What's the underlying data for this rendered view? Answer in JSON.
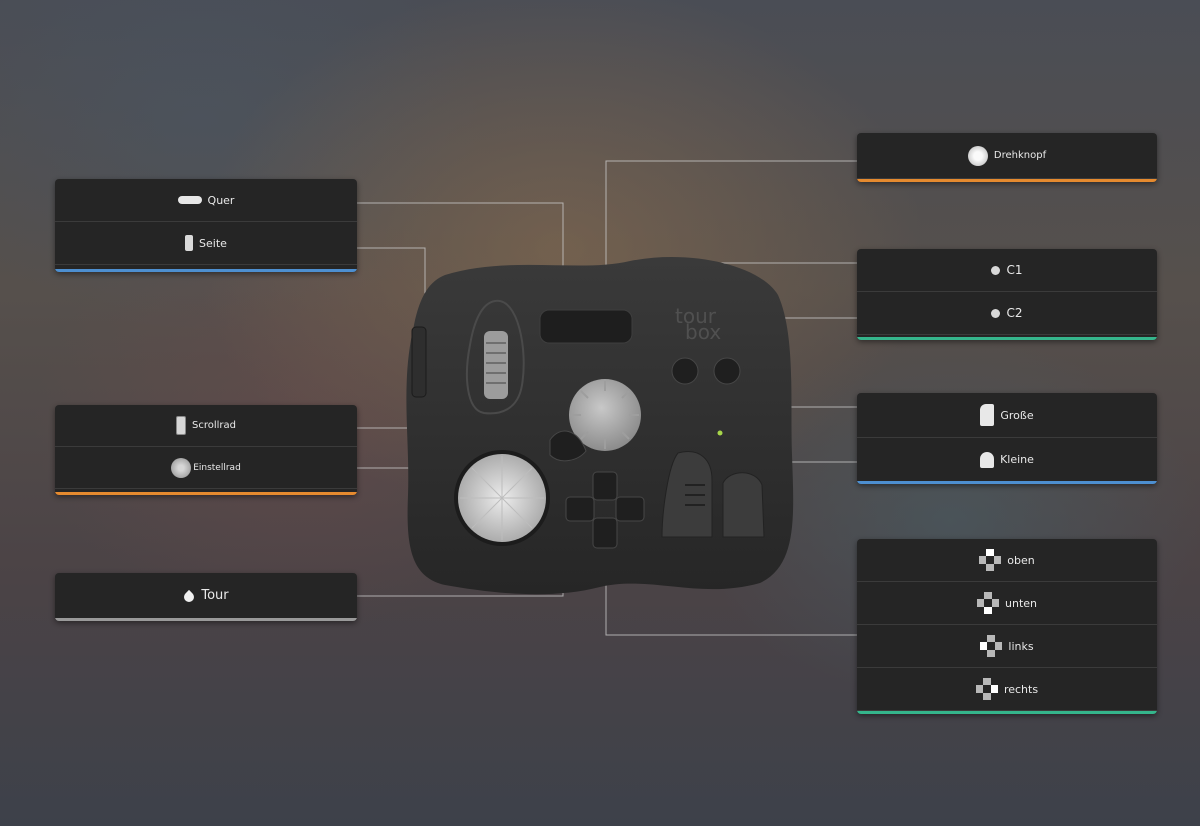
{
  "colors": {
    "orange": "#e58a2f",
    "blue": "#4d8fd0",
    "green": "#35b58c",
    "gray": "#9a9a9a"
  },
  "device": {
    "logo_line1": "tour",
    "logo_line2": "box"
  },
  "panels": {
    "quer_seite": {
      "quer": "Quer",
      "seite": "Seite",
      "icons": [
        "horizontal-pill-icon",
        "side-button-icon"
      ]
    },
    "scroll_einstell": {
      "scrollrad": "Scrollrad",
      "einstellrad": "Einstellrad",
      "icons": [
        "scroll-wheel-icon",
        "dial-icon"
      ]
    },
    "tour": {
      "tour": "Tour",
      "icon": "tour-drop-icon"
    },
    "drehknopf": {
      "label": "Drehknopf",
      "icon": "knob-icon"
    },
    "c_buttons": {
      "c1": "C1",
      "c2": "C2"
    },
    "grosse_kleine": {
      "grosse": "Große",
      "kleine": "Kleine"
    },
    "dpad": {
      "oben": "oben",
      "unten": "unten",
      "links": "links",
      "rechts": "rechts"
    }
  }
}
